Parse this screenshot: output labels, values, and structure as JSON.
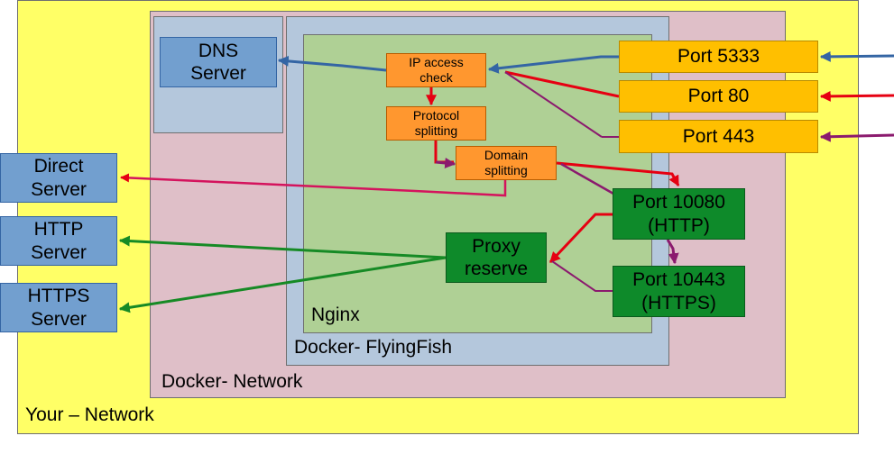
{
  "regions": {
    "your_network": "Your – Network",
    "docker_network": "Docker- Network",
    "docker_flyingfish": "Docker- FlyingFish",
    "nginx": "Nginx"
  },
  "nodes": {
    "dns_server": "DNS\nServer",
    "ip_access_check": "IP access\ncheck",
    "protocol_splitting": "Protocol\nsplitting",
    "domain_splitting": "Domain\nsplitting",
    "port_5333": "Port 5333",
    "port_80": "Port 80",
    "port_443": "Port 443",
    "port_10080": "Port 10080\n(HTTP)",
    "port_10443": "Port 10443\n(HTTPS)",
    "proxy_reserve": "Proxy\nreserve",
    "direct_server": "Direct\nServer",
    "http_server": "HTTP\nServer",
    "https_server": "HTTPS\nServer"
  },
  "colors": {
    "your_network": "#ffff66",
    "docker_network": "#dfbfc8",
    "docker_flyingfish": "#b4c7dc",
    "nginx": "#afd095",
    "dns_box": "#b4c7dc",
    "wire_blue": "#3465a4",
    "wire_red": "#e60012",
    "wire_purple": "#8b1a6e",
    "wire_green": "#168a25"
  }
}
